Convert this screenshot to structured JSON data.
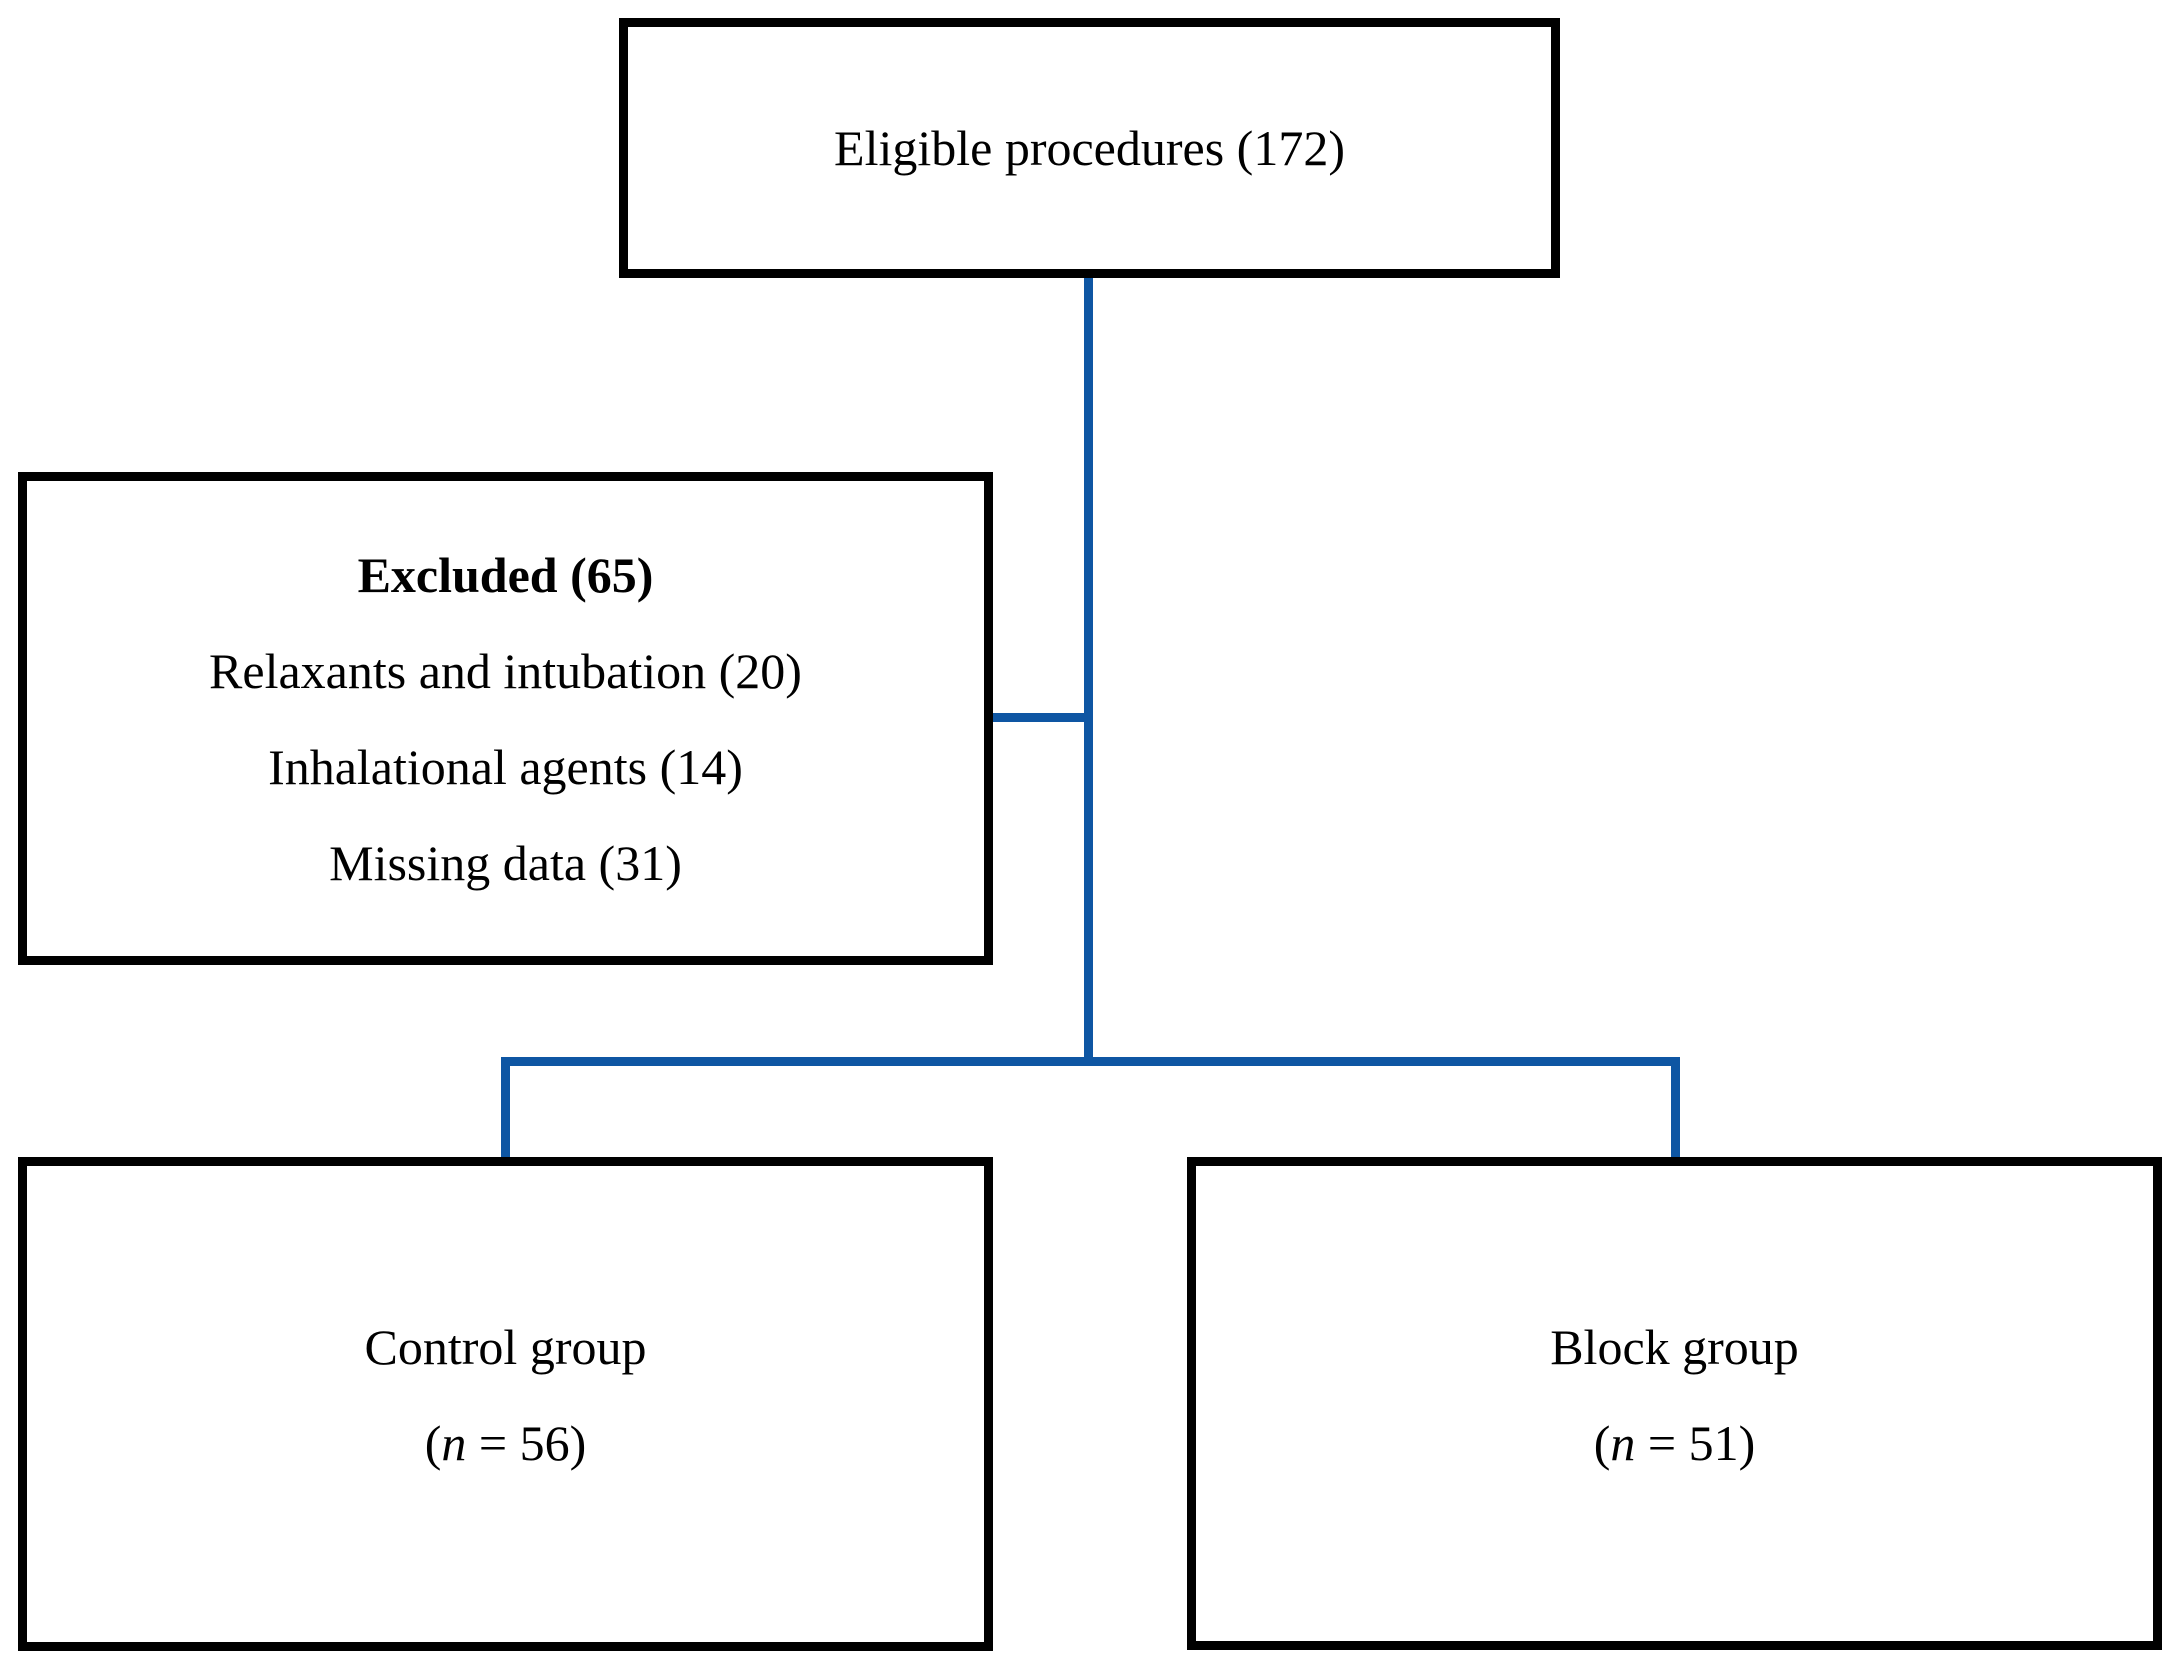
{
  "colors": {
    "connector": "#0e56a3",
    "box_border": "#000000",
    "background": "#ffffff"
  },
  "boxes": {
    "eligible": {
      "label": "Eligible procedures (172)"
    },
    "excluded": {
      "title": "Excluded (65)",
      "items": [
        "Relaxants and intubation (20)",
        "Inhalational agents (14)",
        "Missing data (31)"
      ]
    },
    "control": {
      "name": "Control group",
      "n_open": "(",
      "n_var": "n",
      "n_rest": " = 56)"
    },
    "block": {
      "name": "Block group",
      "n_open": "(",
      "n_var": "n",
      "n_rest": " = 51)"
    }
  }
}
